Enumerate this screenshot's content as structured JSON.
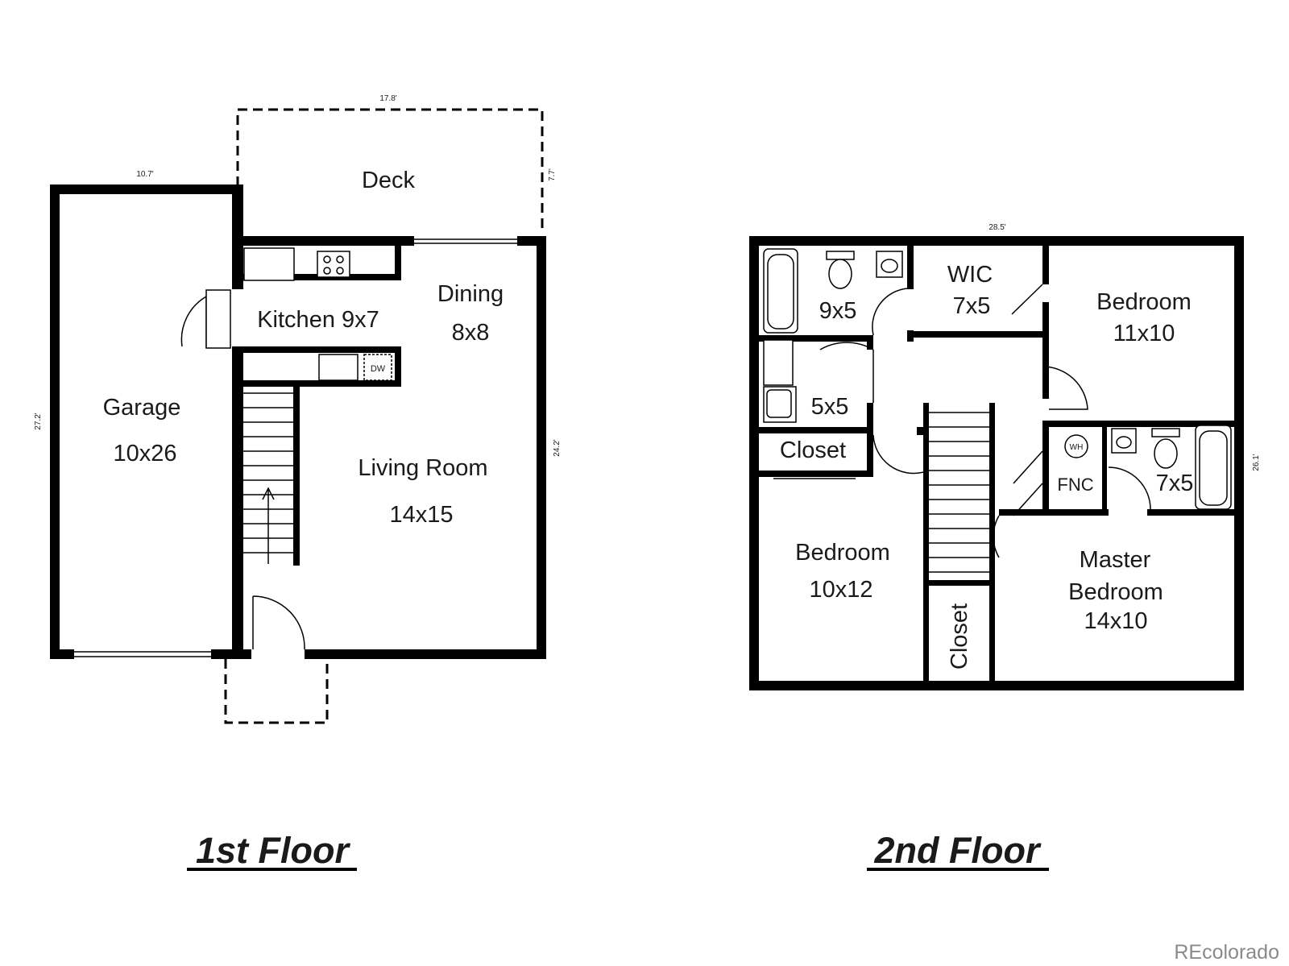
{
  "floor1": {
    "title": "1st Floor",
    "rooms": {
      "deck": "Deck",
      "kitchen": "Kitchen 9x7",
      "dining_name": "Dining",
      "dining_size": "8x8",
      "garage_name": "Garage",
      "garage_size": "10x26",
      "living_name": "Living Room",
      "living_size": "14x15",
      "dishwasher": "DW"
    },
    "dimensions": {
      "deck_width": "17.8'",
      "deck_depth": "7.7'",
      "garage_width": "10.7'",
      "garage_depth": "27.2'",
      "house_depth": "24.2'"
    }
  },
  "floor2": {
    "title": "2nd Floor",
    "rooms": {
      "bath_upper": "9x5",
      "wic_name": "WIC",
      "wic_size": "7x5",
      "bedroom_ne_name": "Bedroom",
      "bedroom_ne_size": "11x10",
      "laundry": "5x5",
      "closet_hall": "Closet",
      "water_heater": "WH",
      "furnace": "FNC",
      "master_bath": "7x5",
      "bedroom_sw_name": "Bedroom",
      "bedroom_sw_size": "10x12",
      "closet_vertical": "Closet",
      "master_line1": "Master",
      "master_line2": "Bedroom",
      "master_size": "14x10"
    },
    "dimensions": {
      "width": "28.5'",
      "depth": "26.1'"
    }
  },
  "watermark": "REcolorado"
}
